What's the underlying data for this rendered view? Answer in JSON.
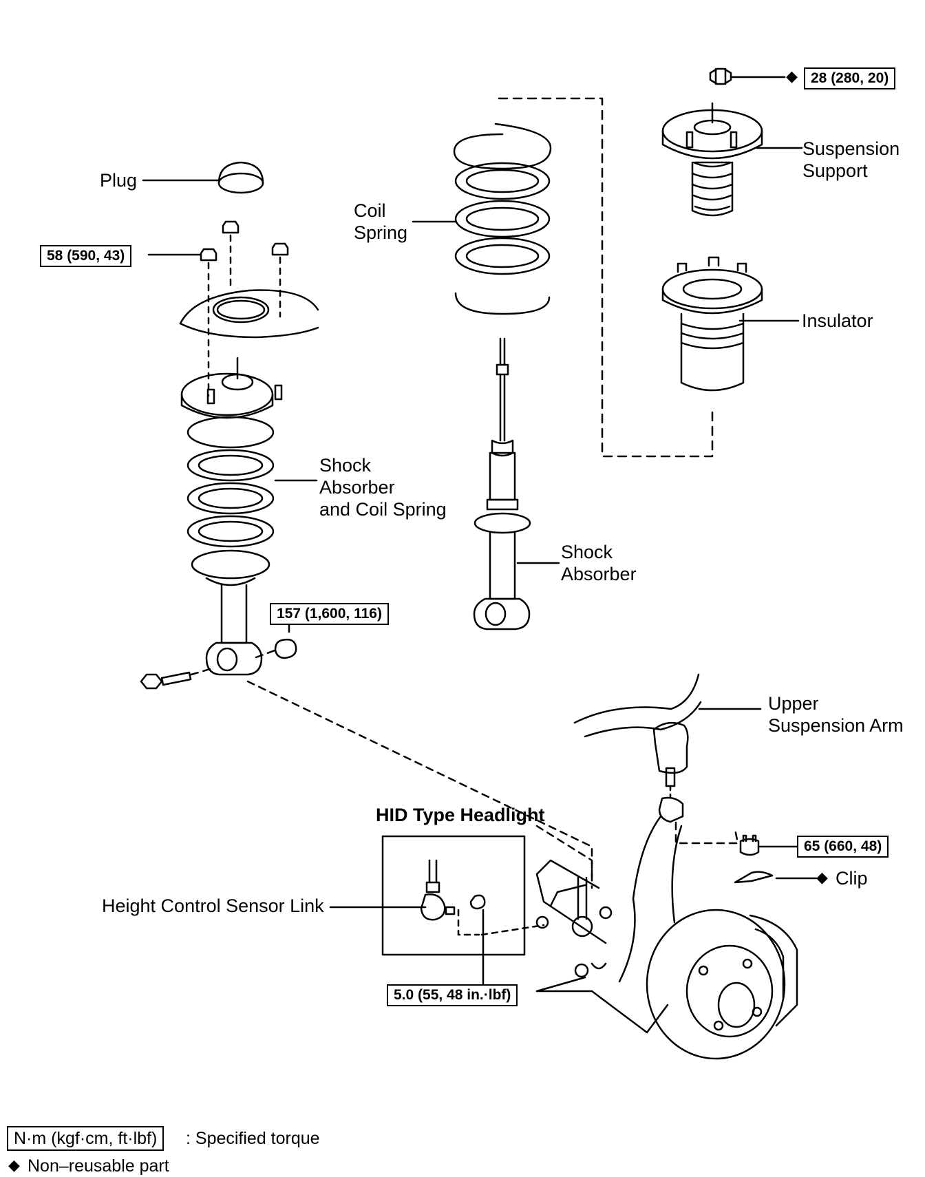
{
  "labels": {
    "plug": "Plug",
    "coil_spring": [
      "Coil",
      "Spring"
    ],
    "suspension_support": [
      "Suspension",
      "Support"
    ],
    "insulator": "Insulator",
    "shock_coil_assembly": [
      "Shock",
      "Absorber",
      "and Coil Spring"
    ],
    "shock_absorber": [
      "Shock",
      "Absorber"
    ],
    "upper_arm": [
      "Upper",
      "Suspension Arm"
    ],
    "hid_title": "HID Type Headlight",
    "height_sensor_link": "Height Control Sensor Link",
    "clip": "Clip"
  },
  "torques": {
    "support_nut": "28 (280, 20)",
    "upper_mount_nuts": "58 (590, 43)",
    "lower_bolt": "157 (1,600, 116)",
    "ball_joint_nut": "65 (660, 48)",
    "sensor_link_nut": "5.0 (55, 48 in.·lbf)"
  },
  "markers": {
    "non_reusable_symbol": "◆"
  },
  "legend": {
    "torque_units": "N·m (kgf·cm, ft·lbf)",
    "torque_desc": ": Specified torque",
    "non_reusable_desc": "Non–reusable part"
  }
}
